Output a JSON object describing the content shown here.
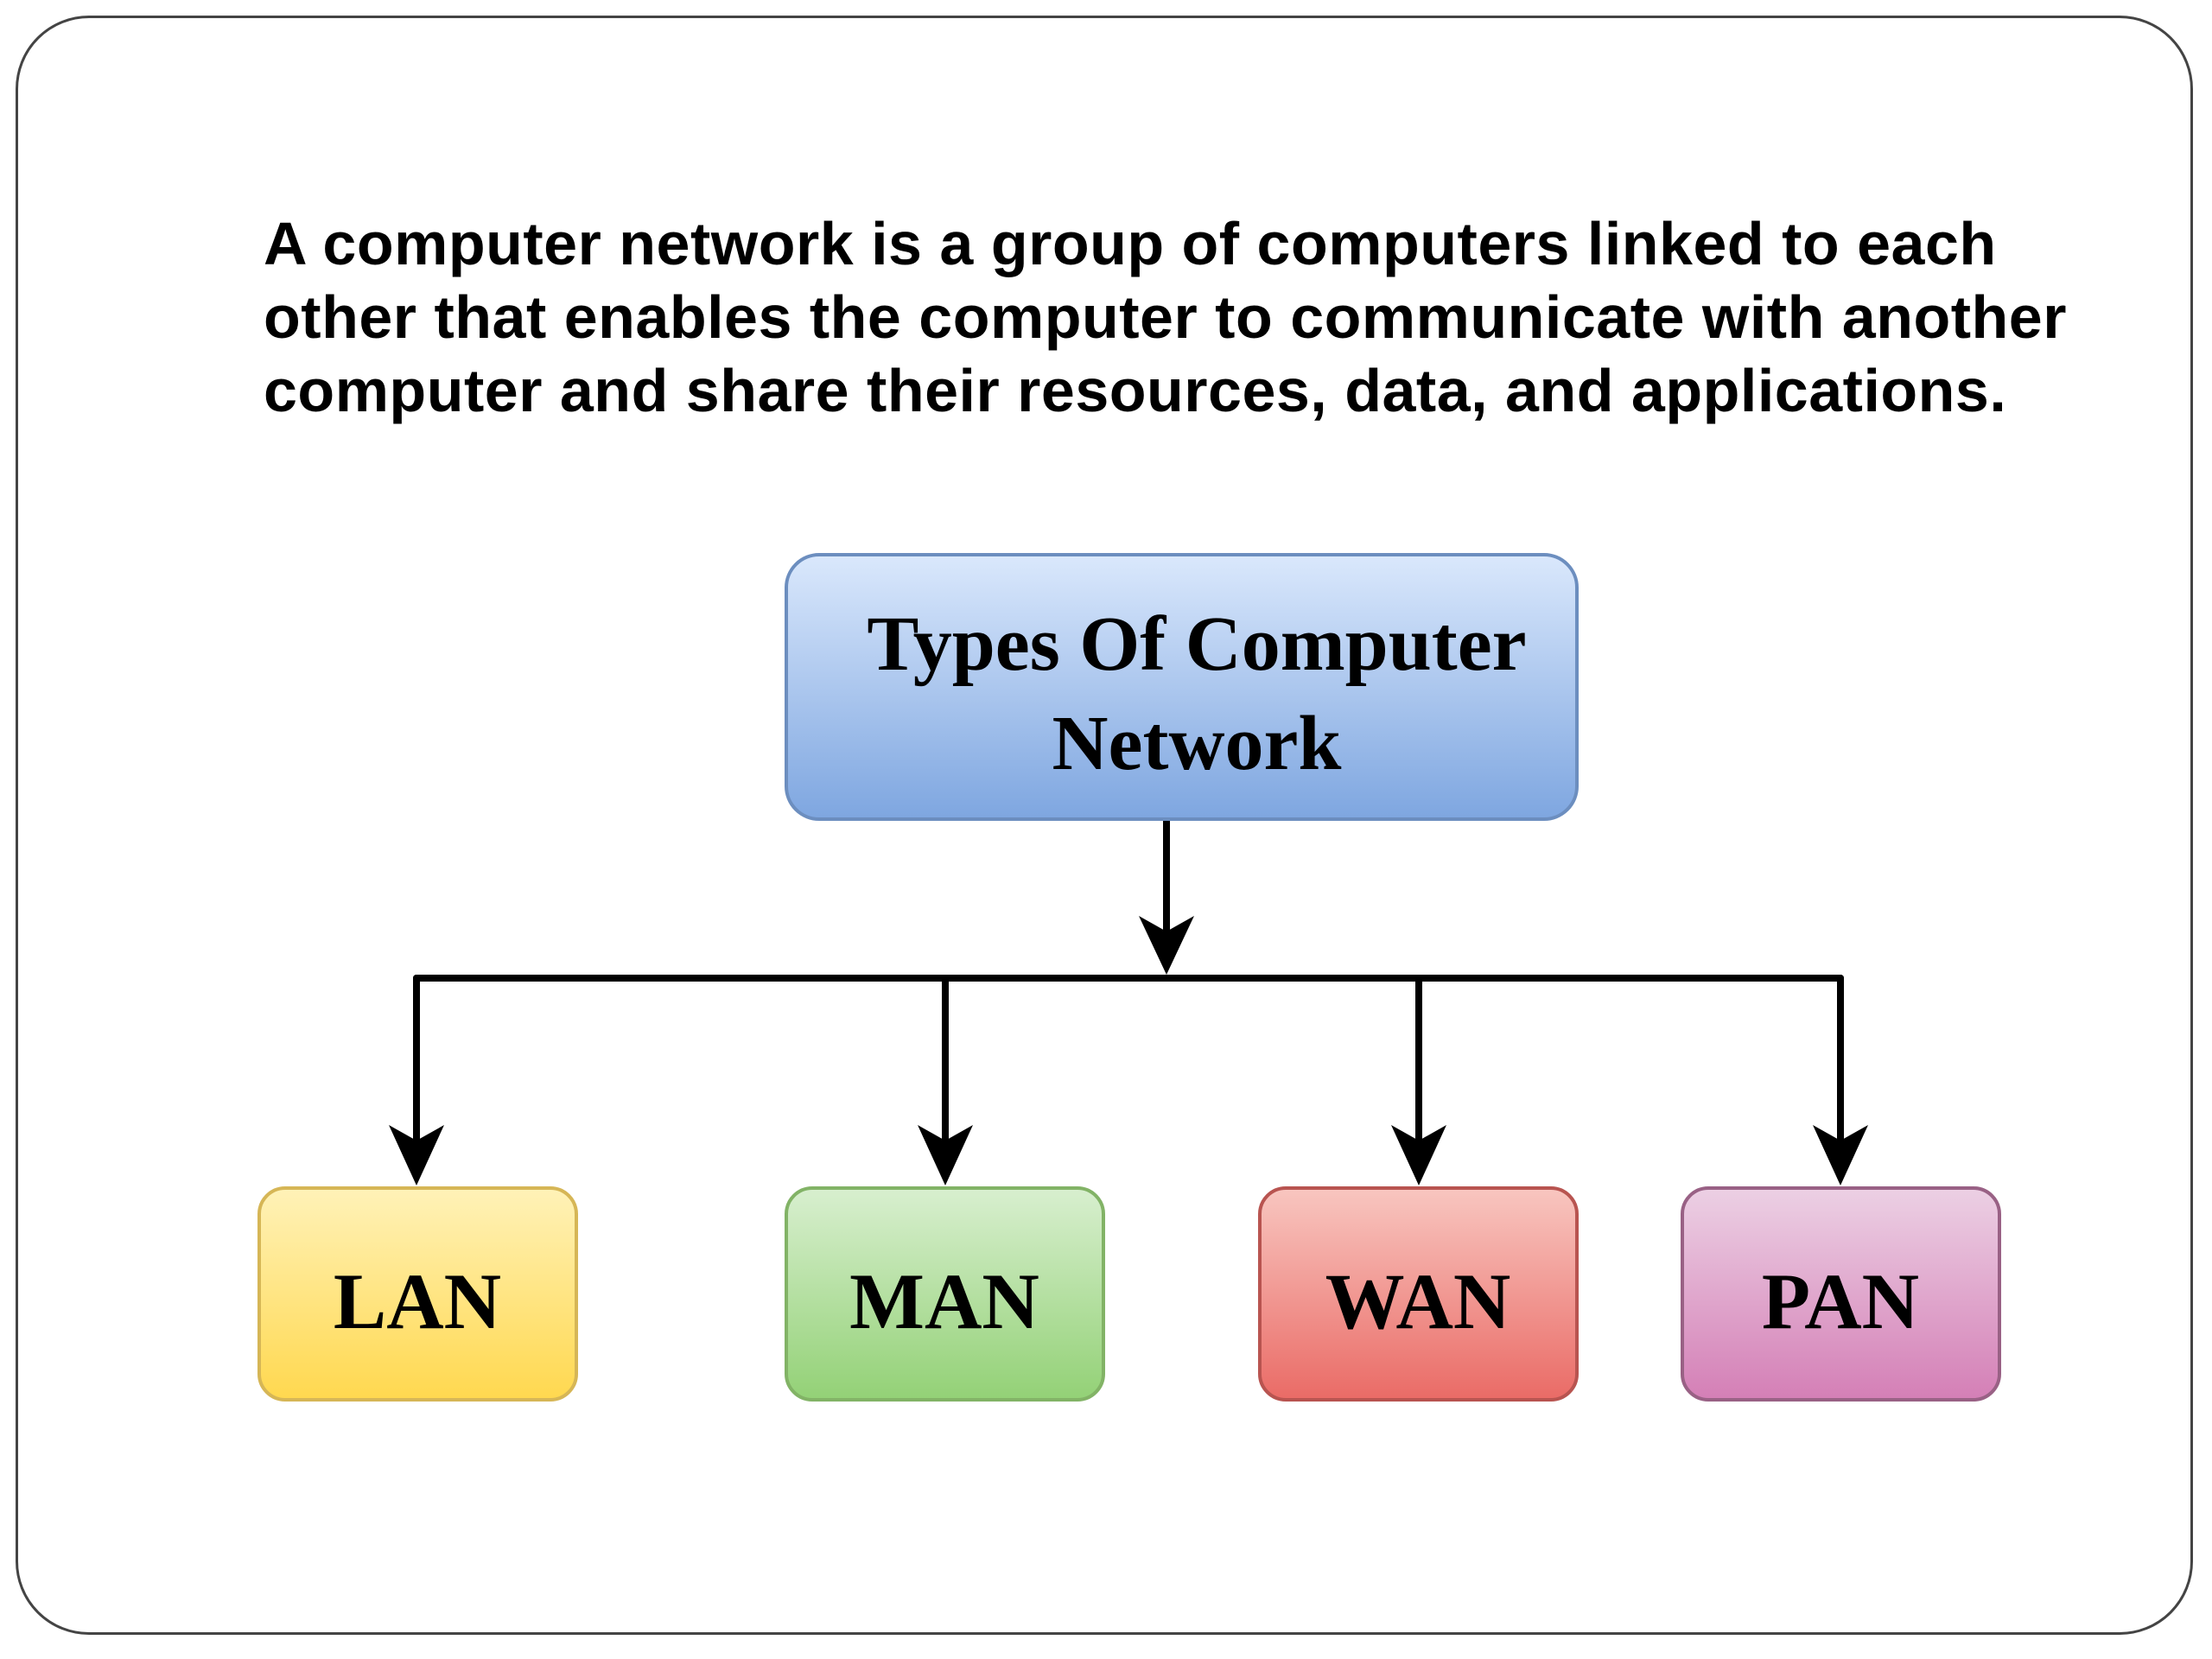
{
  "description": "A computer network is a group of computers linked to each other that enables the computer to communicate with another computer and share their resources, data, and applications.",
  "diagram": {
    "root": {
      "lines": [
        "Types Of Computer",
        "Network"
      ]
    },
    "children": [
      {
        "label": "LAN",
        "color_top": "#fff2b8",
        "color_bottom": "#ffd84f",
        "stroke": "#d6b656"
      },
      {
        "label": "MAN",
        "color_top": "#d8efcf",
        "color_bottom": "#93d176",
        "stroke": "#82b366"
      },
      {
        "label": "WAN",
        "color_top": "#f8c6c0",
        "color_bottom": "#ea6b66",
        "stroke": "#b85450"
      },
      {
        "label": "PAN",
        "color_top": "#ecd0e4",
        "color_bottom": "#d47fb6",
        "stroke": "#996185"
      }
    ],
    "root_color_top": "#dae8fc",
    "root_color_bottom": "#7ea6e0",
    "root_stroke": "#6c8ebf",
    "connector_color": "#000000"
  }
}
